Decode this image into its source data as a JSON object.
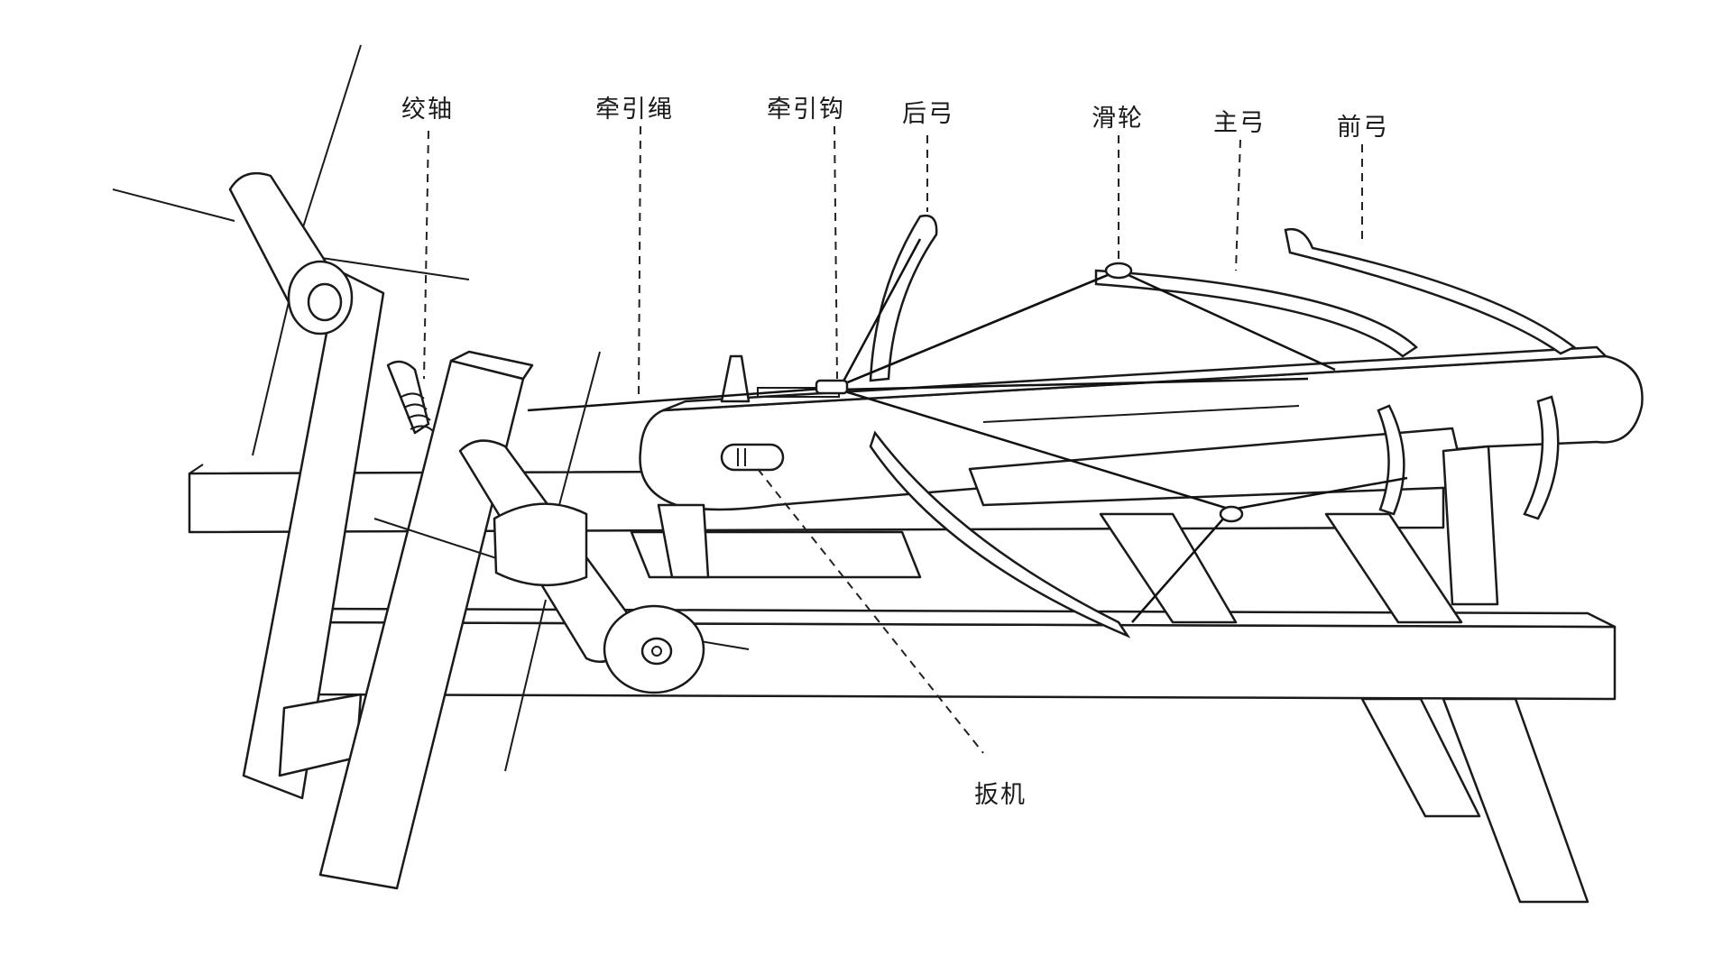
{
  "labels": {
    "winch_axle": "绞轴",
    "traction_rope": "牵引绳",
    "traction_hook": "牵引钩",
    "rear_bow": "后弓",
    "pulley": "滑轮",
    "main_bow": "主弓",
    "front_bow": "前弓",
    "trigger": "扳机"
  }
}
